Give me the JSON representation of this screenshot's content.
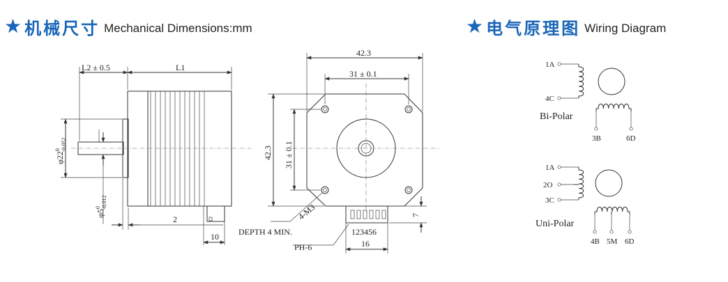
{
  "sections": {
    "mechanical": {
      "star": "★",
      "title_cn": "机械尺寸",
      "title_en": "Mechanical Dimensions:mm"
    },
    "wiring": {
      "star": "★",
      "title_cn": "电气原理图",
      "title_en": "Wiring Diagram"
    }
  },
  "side_view": {
    "l2": "L2 ± 0.5",
    "l1": "L1",
    "shaft_dia": "22",
    "shaft_dia_tol_top": "0",
    "shaft_dia_tol_bot": "-0.052",
    "shaft_dia_sym": "φ",
    "boss_dia": "5",
    "boss_dia_tol_top": "0",
    "boss_dia_tol_bot": "-0.012",
    "dim_2": "2",
    "dim_10": "10"
  },
  "front_view": {
    "width": "42.3",
    "hole_spacing_h": "31 ± 0.1",
    "height": "42.3",
    "hole_spacing_v": "31 ± 0.1",
    "thread": "4-M3",
    "depth": "DEPTH 4 MIN.",
    "connector_pins": "123456",
    "connector_type": "PH-6",
    "connector_width": "16",
    "connector_height": "7"
  },
  "wiring": {
    "bipolar": {
      "label": "Bi-Polar",
      "pins": [
        "1A",
        "4C",
        "3B",
        "6D"
      ]
    },
    "unipolar": {
      "label": "Uni-Polar",
      "pins": [
        "1A",
        "2O",
        "3C",
        "4B",
        "5M",
        "6D"
      ]
    }
  }
}
